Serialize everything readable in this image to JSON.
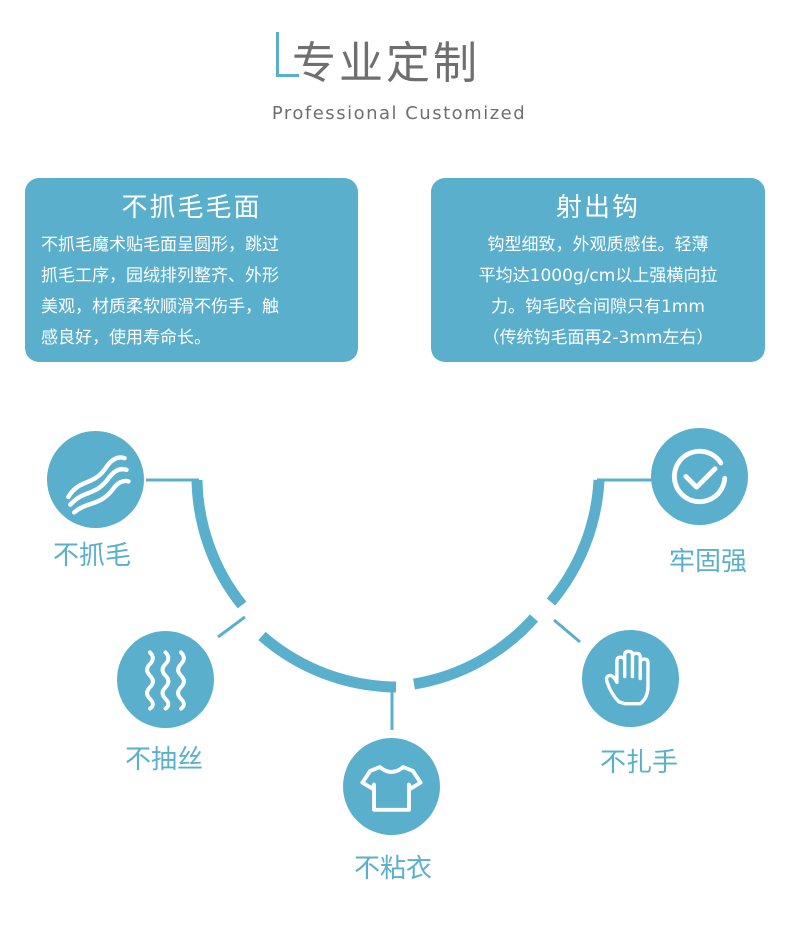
{
  "header": {
    "title": "专业定制",
    "subtitle": "Professional Customized"
  },
  "cards": [
    {
      "title": "不抓毛毛面",
      "lines": [
        "不抓毛魔术贴毛面呈圆形，跳过",
        "抓毛工序，园绒排列整齐、外形",
        "美观，材质柔软顺滑不伤手，触",
        "感良好，使用寿命长。"
      ]
    },
    {
      "title": "射出钩",
      "lines": [
        "钩型细致，外观质感佳。轻薄",
        "平均达1000g/cm以上强横向拉",
        "力。钩毛咬合间隙只有1mm",
        "（传统钩毛面再2-3mm左右）"
      ]
    }
  ],
  "features": [
    {
      "label": "不抓毛",
      "icon": "wave-lines-icon"
    },
    {
      "label": "不抽丝",
      "icon": "wavy-threads-icon"
    },
    {
      "label": "不粘衣",
      "icon": "tshirt-icon"
    },
    {
      "label": "不扎手",
      "icon": "hand-icon"
    },
    {
      "label": "牢固强",
      "icon": "check-circle-icon"
    }
  ],
  "colors": {
    "accent": "#5ab0cc",
    "text_gray": "#6f6f6f",
    "background": "#ffffff"
  }
}
